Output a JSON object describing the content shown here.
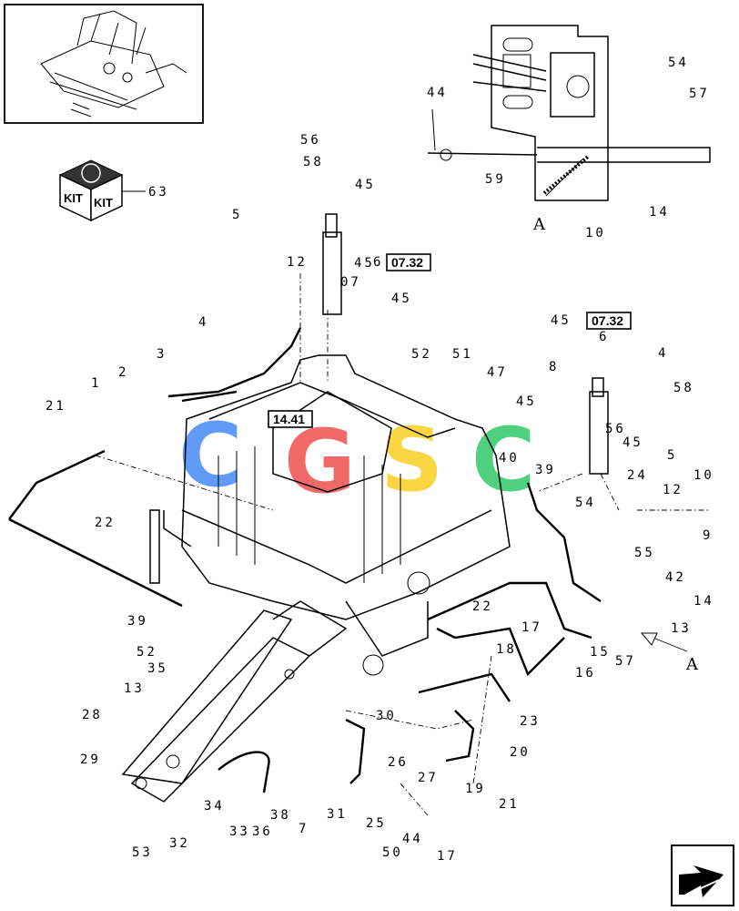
{
  "diagram": {
    "ref_tags": [
      {
        "id": "ref-0732-top",
        "label": "07.32"
      },
      {
        "id": "ref-0732-right",
        "label": "07.32"
      },
      {
        "id": "ref-1441",
        "label": "14.41"
      }
    ],
    "kit_label": "KIT",
    "view_label": "A",
    "watermark": [
      "C",
      "G",
      "S",
      "C"
    ],
    "colors": {
      "blue": "#3b82f6",
      "red": "#ef4444",
      "yellow": "#facc15",
      "green": "#22c55e"
    },
    "callouts": [
      "56",
      "58",
      "45",
      "63",
      "5",
      "6",
      "07",
      "45",
      "45",
      "4",
      "3",
      "2",
      "1",
      "21",
      "22",
      "52",
      "51",
      "47",
      "45",
      "6",
      "8",
      "45",
      "4",
      "58",
      "56",
      "45",
      "40",
      "39",
      "5",
      "24",
      "54",
      "12",
      "10",
      "9",
      "55",
      "42",
      "14",
      "13",
      "57",
      "15",
      "16",
      "17",
      "18",
      "23",
      "20",
      "19",
      "21",
      "22",
      "39",
      "52",
      "35",
      "13",
      "28",
      "29",
      "53",
      "32",
      "34",
      "33",
      "36",
      "38",
      "7",
      "31",
      "30",
      "27",
      "26",
      "25",
      "50",
      "44",
      "17",
      "44",
      "59",
      "54",
      "57",
      "14",
      "10",
      "12",
      "24",
      "45"
    ]
  }
}
